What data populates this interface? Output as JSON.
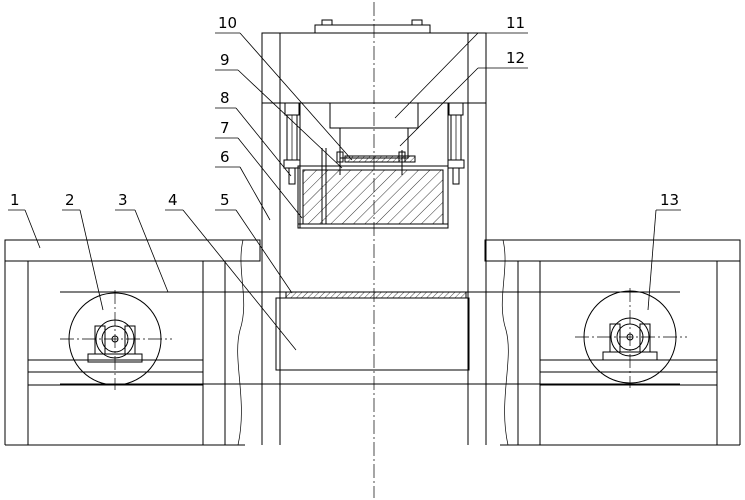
{
  "diagram": {
    "labels": [
      {
        "id": "1",
        "text": "1"
      },
      {
        "id": "2",
        "text": "2"
      },
      {
        "id": "3",
        "text": "3"
      },
      {
        "id": "4",
        "text": "4"
      },
      {
        "id": "5",
        "text": "5"
      },
      {
        "id": "6",
        "text": "6"
      },
      {
        "id": "7",
        "text": "7"
      },
      {
        "id": "8",
        "text": "8"
      },
      {
        "id": "9",
        "text": "9"
      },
      {
        "id": "10",
        "text": "10"
      },
      {
        "id": "11",
        "text": "11"
      },
      {
        "id": "12",
        "text": "12"
      },
      {
        "id": "13",
        "text": "13"
      }
    ]
  }
}
